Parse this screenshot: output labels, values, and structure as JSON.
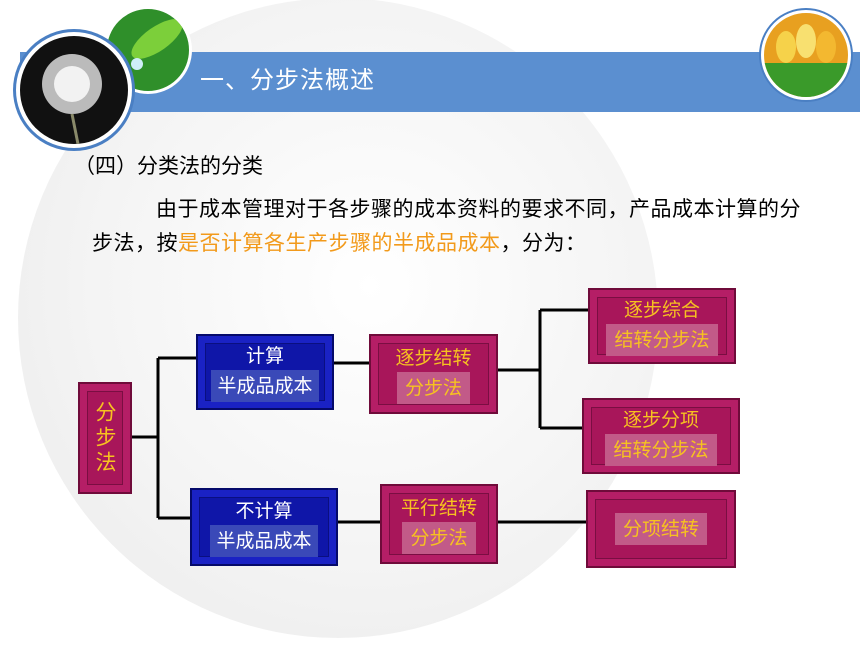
{
  "header": {
    "title": "一、分步法概述"
  },
  "heading": "（四）分类法的分类",
  "paragraph": {
    "text_before": "由于成本管理对于各步骤的成本资料的要求不同，产品成本计算的分步法，按",
    "highlight": "是否计算各生产步骤的半成品成本",
    "text_after": "，分为："
  },
  "colors": {
    "band": "#5b8fd0",
    "blue_box": "#0f16a8",
    "red_box": "#a8165a",
    "red_text": "#f7c220",
    "highlight": "#f29a1b"
  },
  "diagram": {
    "root": "分步法",
    "calc": [
      "计算",
      "半成品成本"
    ],
    "no_calc": [
      "不计算",
      "半成品成本"
    ],
    "sequential": [
      "逐步结转",
      "分步法"
    ],
    "parallel": [
      "平行结转",
      "分步法"
    ],
    "comprehensive": [
      "逐步综合",
      "结转分步法"
    ],
    "itemized": [
      "逐步分项",
      "结转分步法"
    ],
    "item_transfer": "分项结转"
  }
}
